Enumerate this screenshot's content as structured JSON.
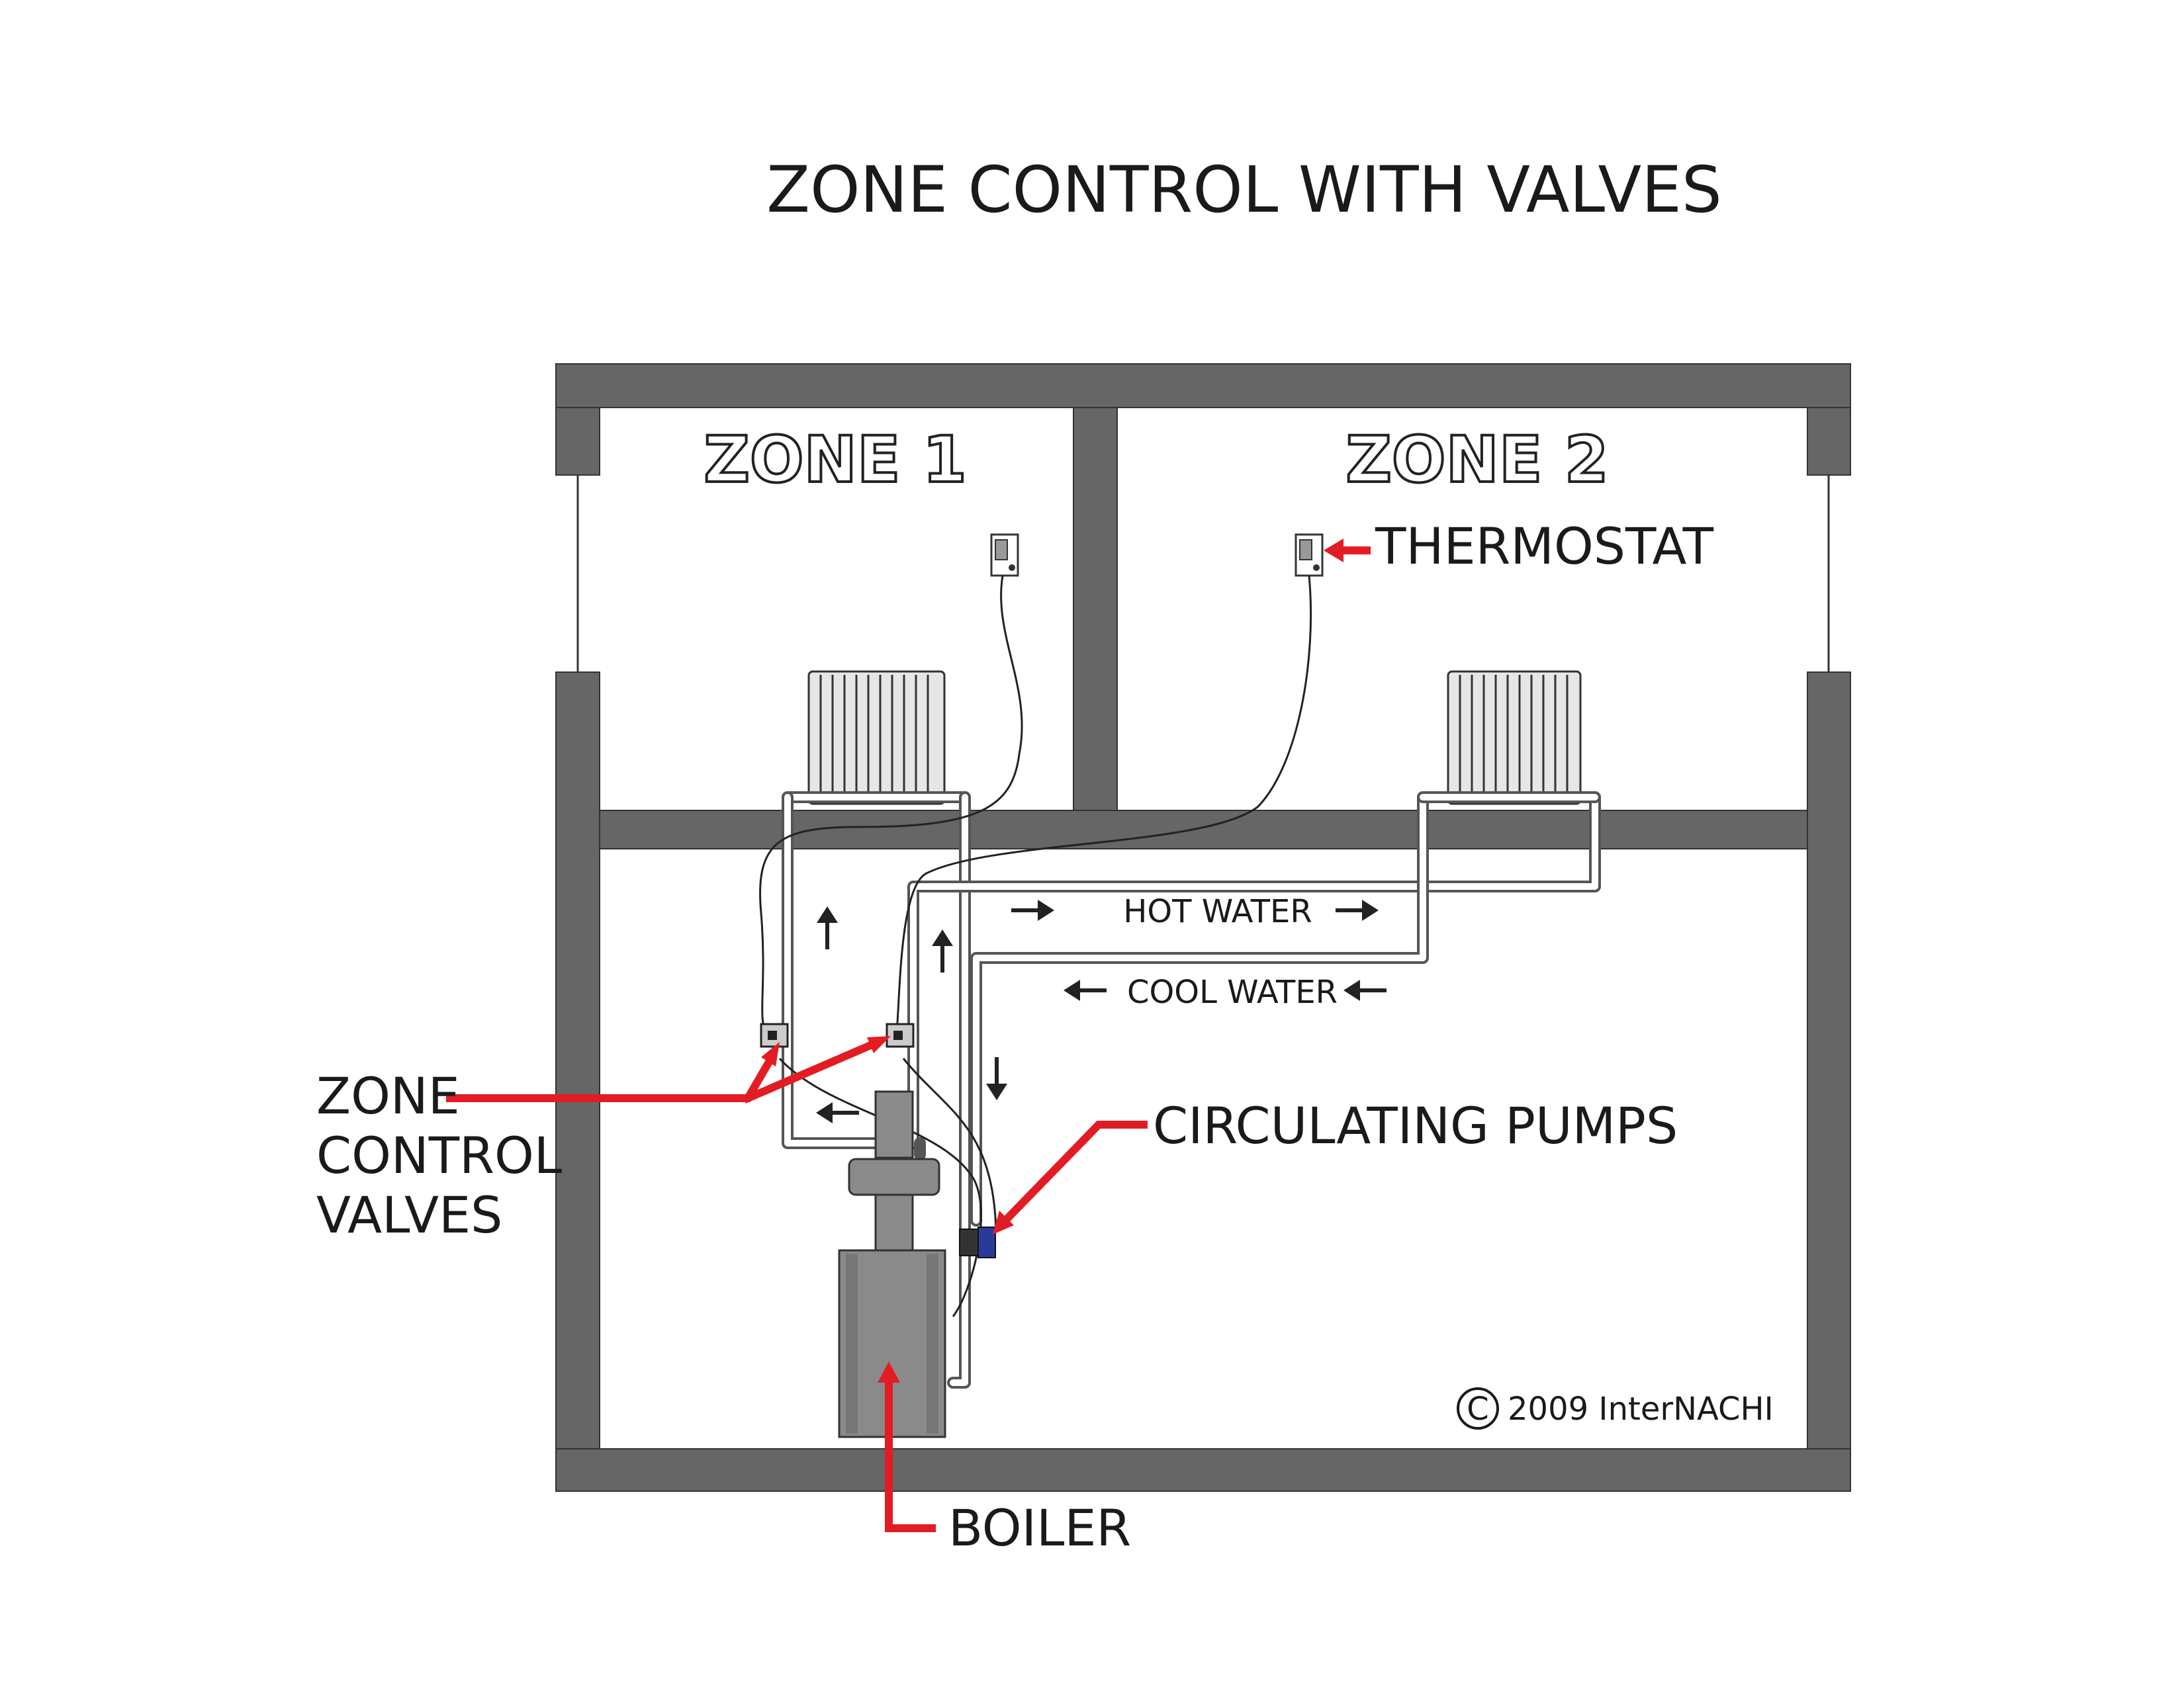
{
  "title": "ZONE CONTROL WITH VALVES",
  "zones": {
    "zone1": "ZONE 1",
    "zone2": "ZONE 2"
  },
  "flow_labels": {
    "hot_water": "HOT WATER",
    "cool_water": "COOL WATER"
  },
  "callouts": {
    "thermostat": "THERMOSTAT",
    "circulating_pumps": "CIRCULATING PUMPS",
    "zone_control_valves_line1": "ZONE",
    "zone_control_valves_line2": "CONTROL",
    "zone_control_valves_line3": "VALVES",
    "boiler": "BOILER"
  },
  "copyright": "2009  InterNACHI",
  "copyright_symbol": "C",
  "colors": {
    "wall": "#666666",
    "callout_arrow": "#e31c24",
    "boiler": "#8a8a8a",
    "pump": "#2b3a9a"
  }
}
